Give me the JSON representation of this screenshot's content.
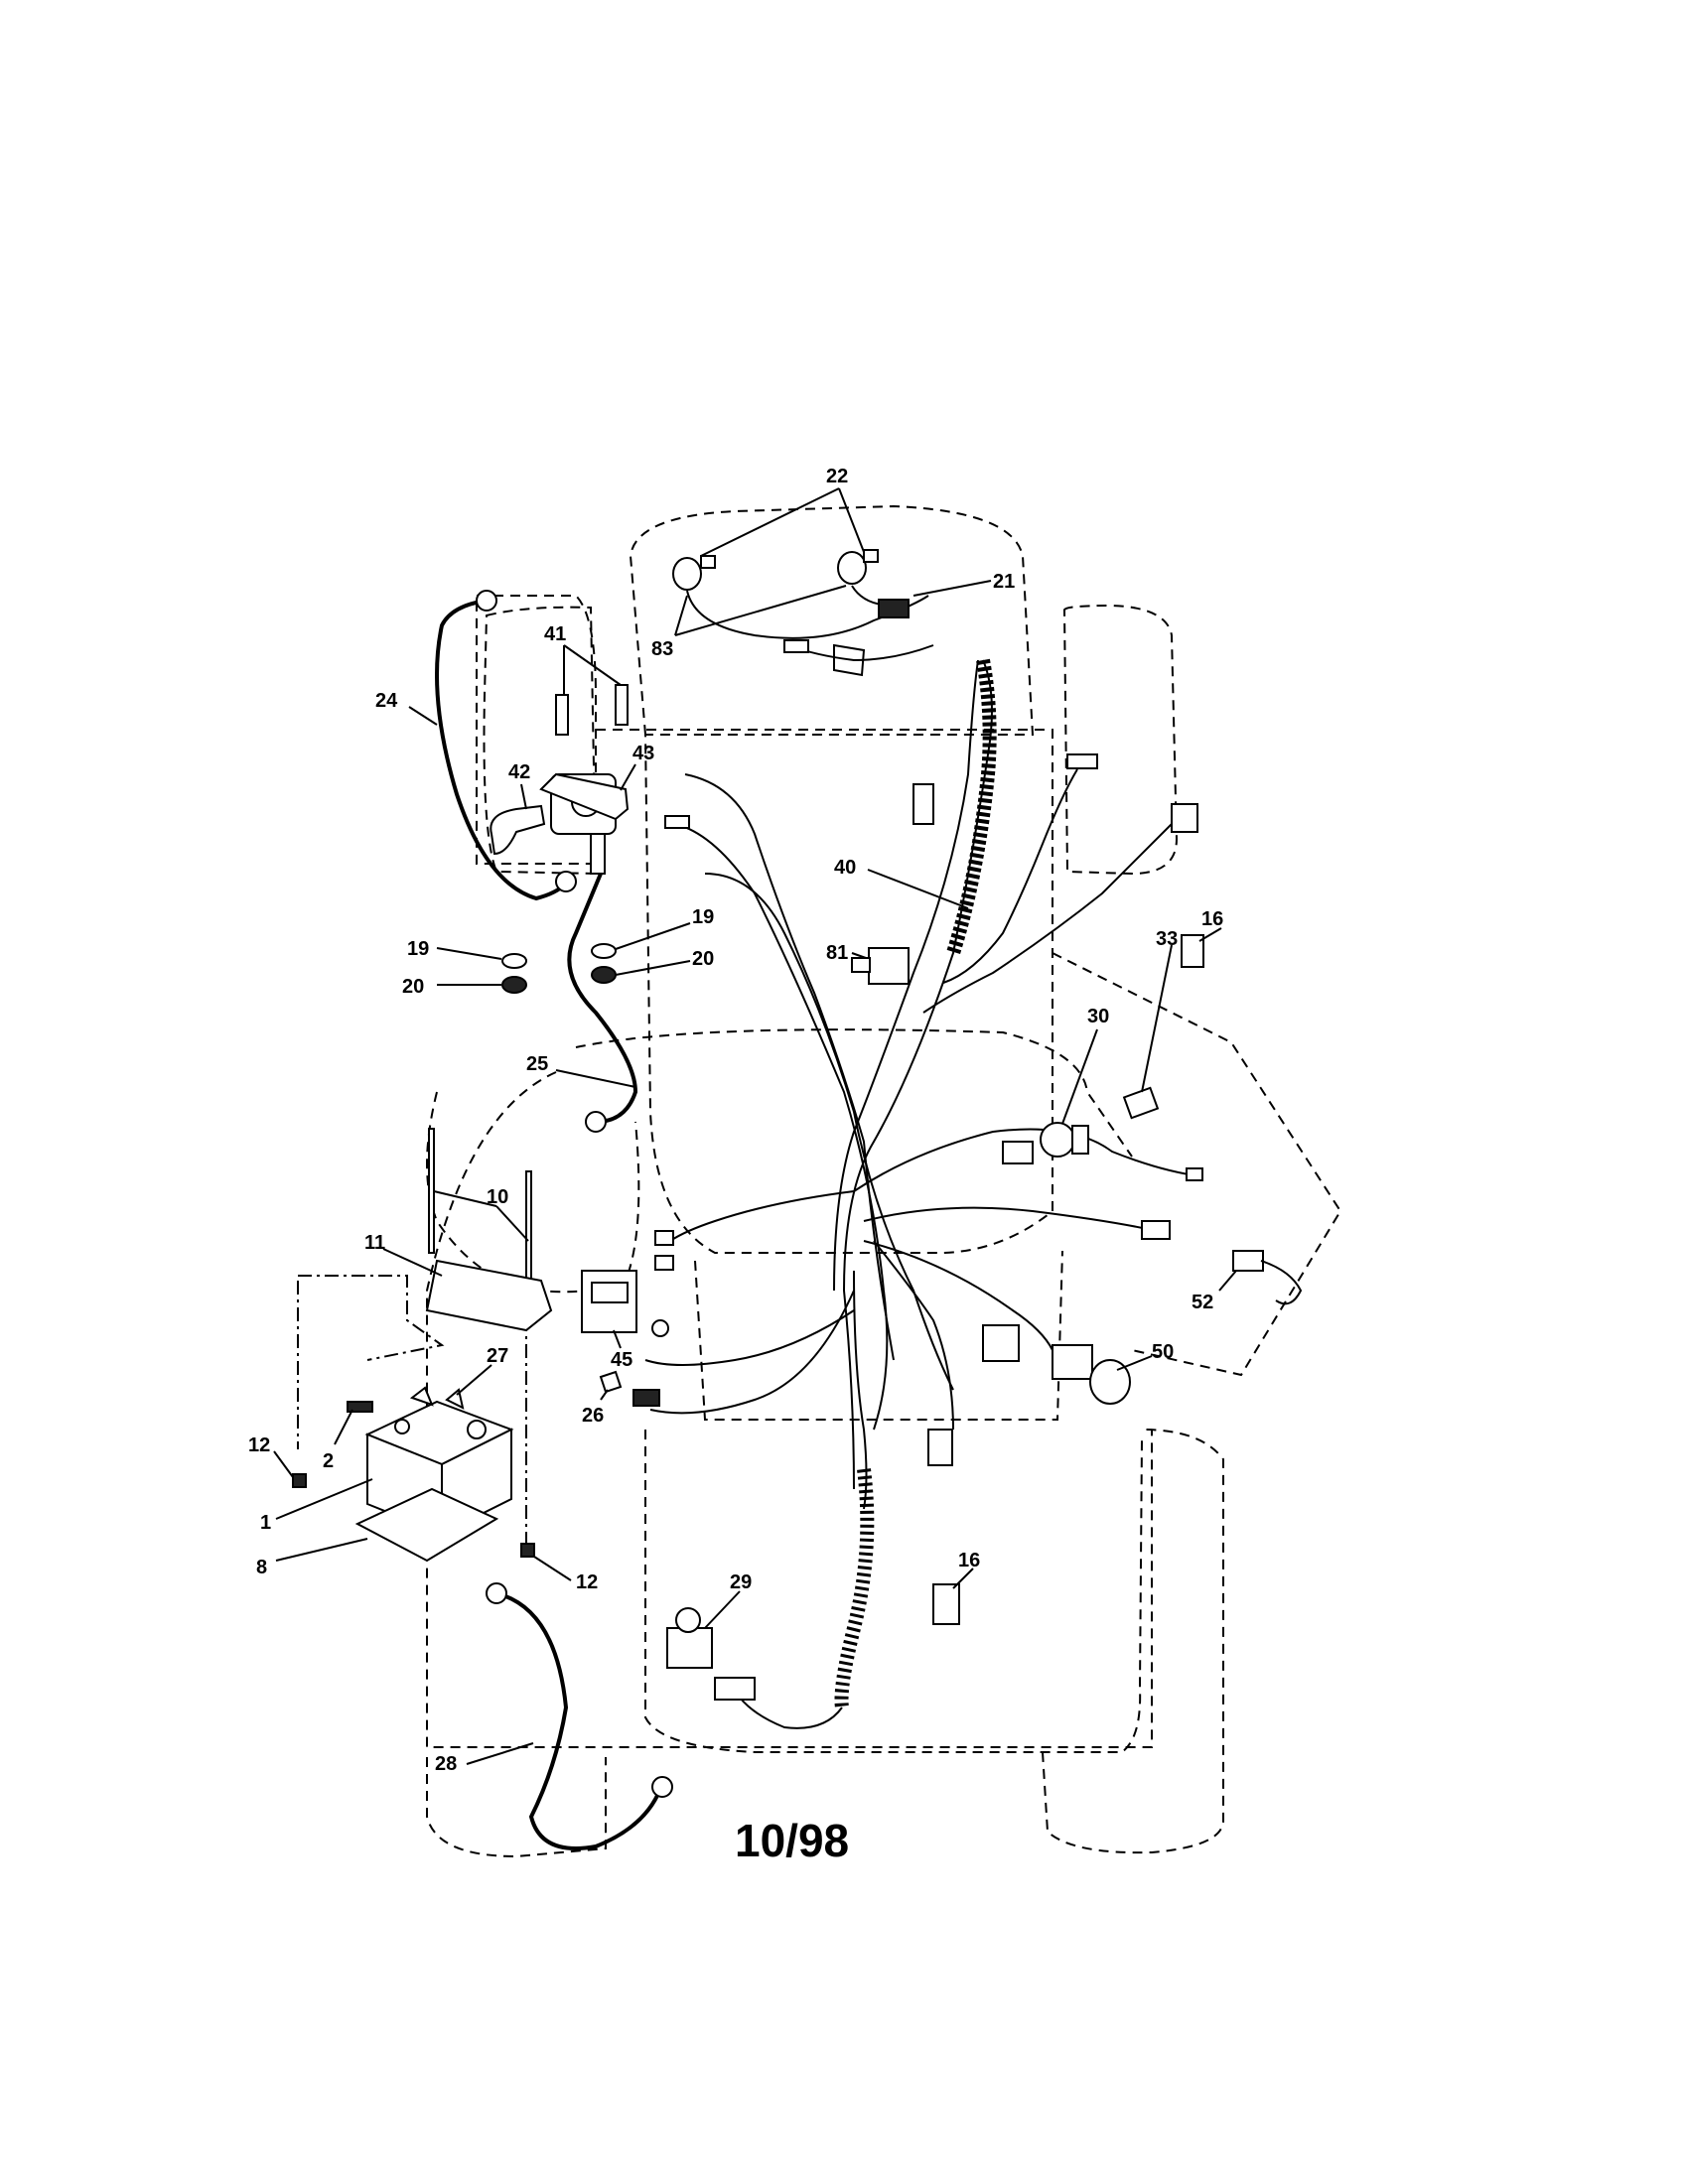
{
  "diagram": {
    "date_code": "10/98",
    "callouts": {
      "c1": "1",
      "c2": "2",
      "c8": "8",
      "c10": "10",
      "c11": "11",
      "c12a": "12",
      "c12b": "12",
      "c16a": "16",
      "c16b": "16",
      "c19a": "19",
      "c19b": "19",
      "c20a": "20",
      "c20b": "20",
      "c21": "21",
      "c22": "22",
      "c24": "24",
      "c25": "25",
      "c26": "26",
      "c27": "27",
      "c28": "28",
      "c29": "29",
      "c30": "30",
      "c33": "33",
      "c40": "40",
      "c41": "41",
      "c42": "42",
      "c43": "43",
      "c45": "45",
      "c50": "50",
      "c52": "52",
      "c81": "81",
      "c83": "83"
    }
  }
}
